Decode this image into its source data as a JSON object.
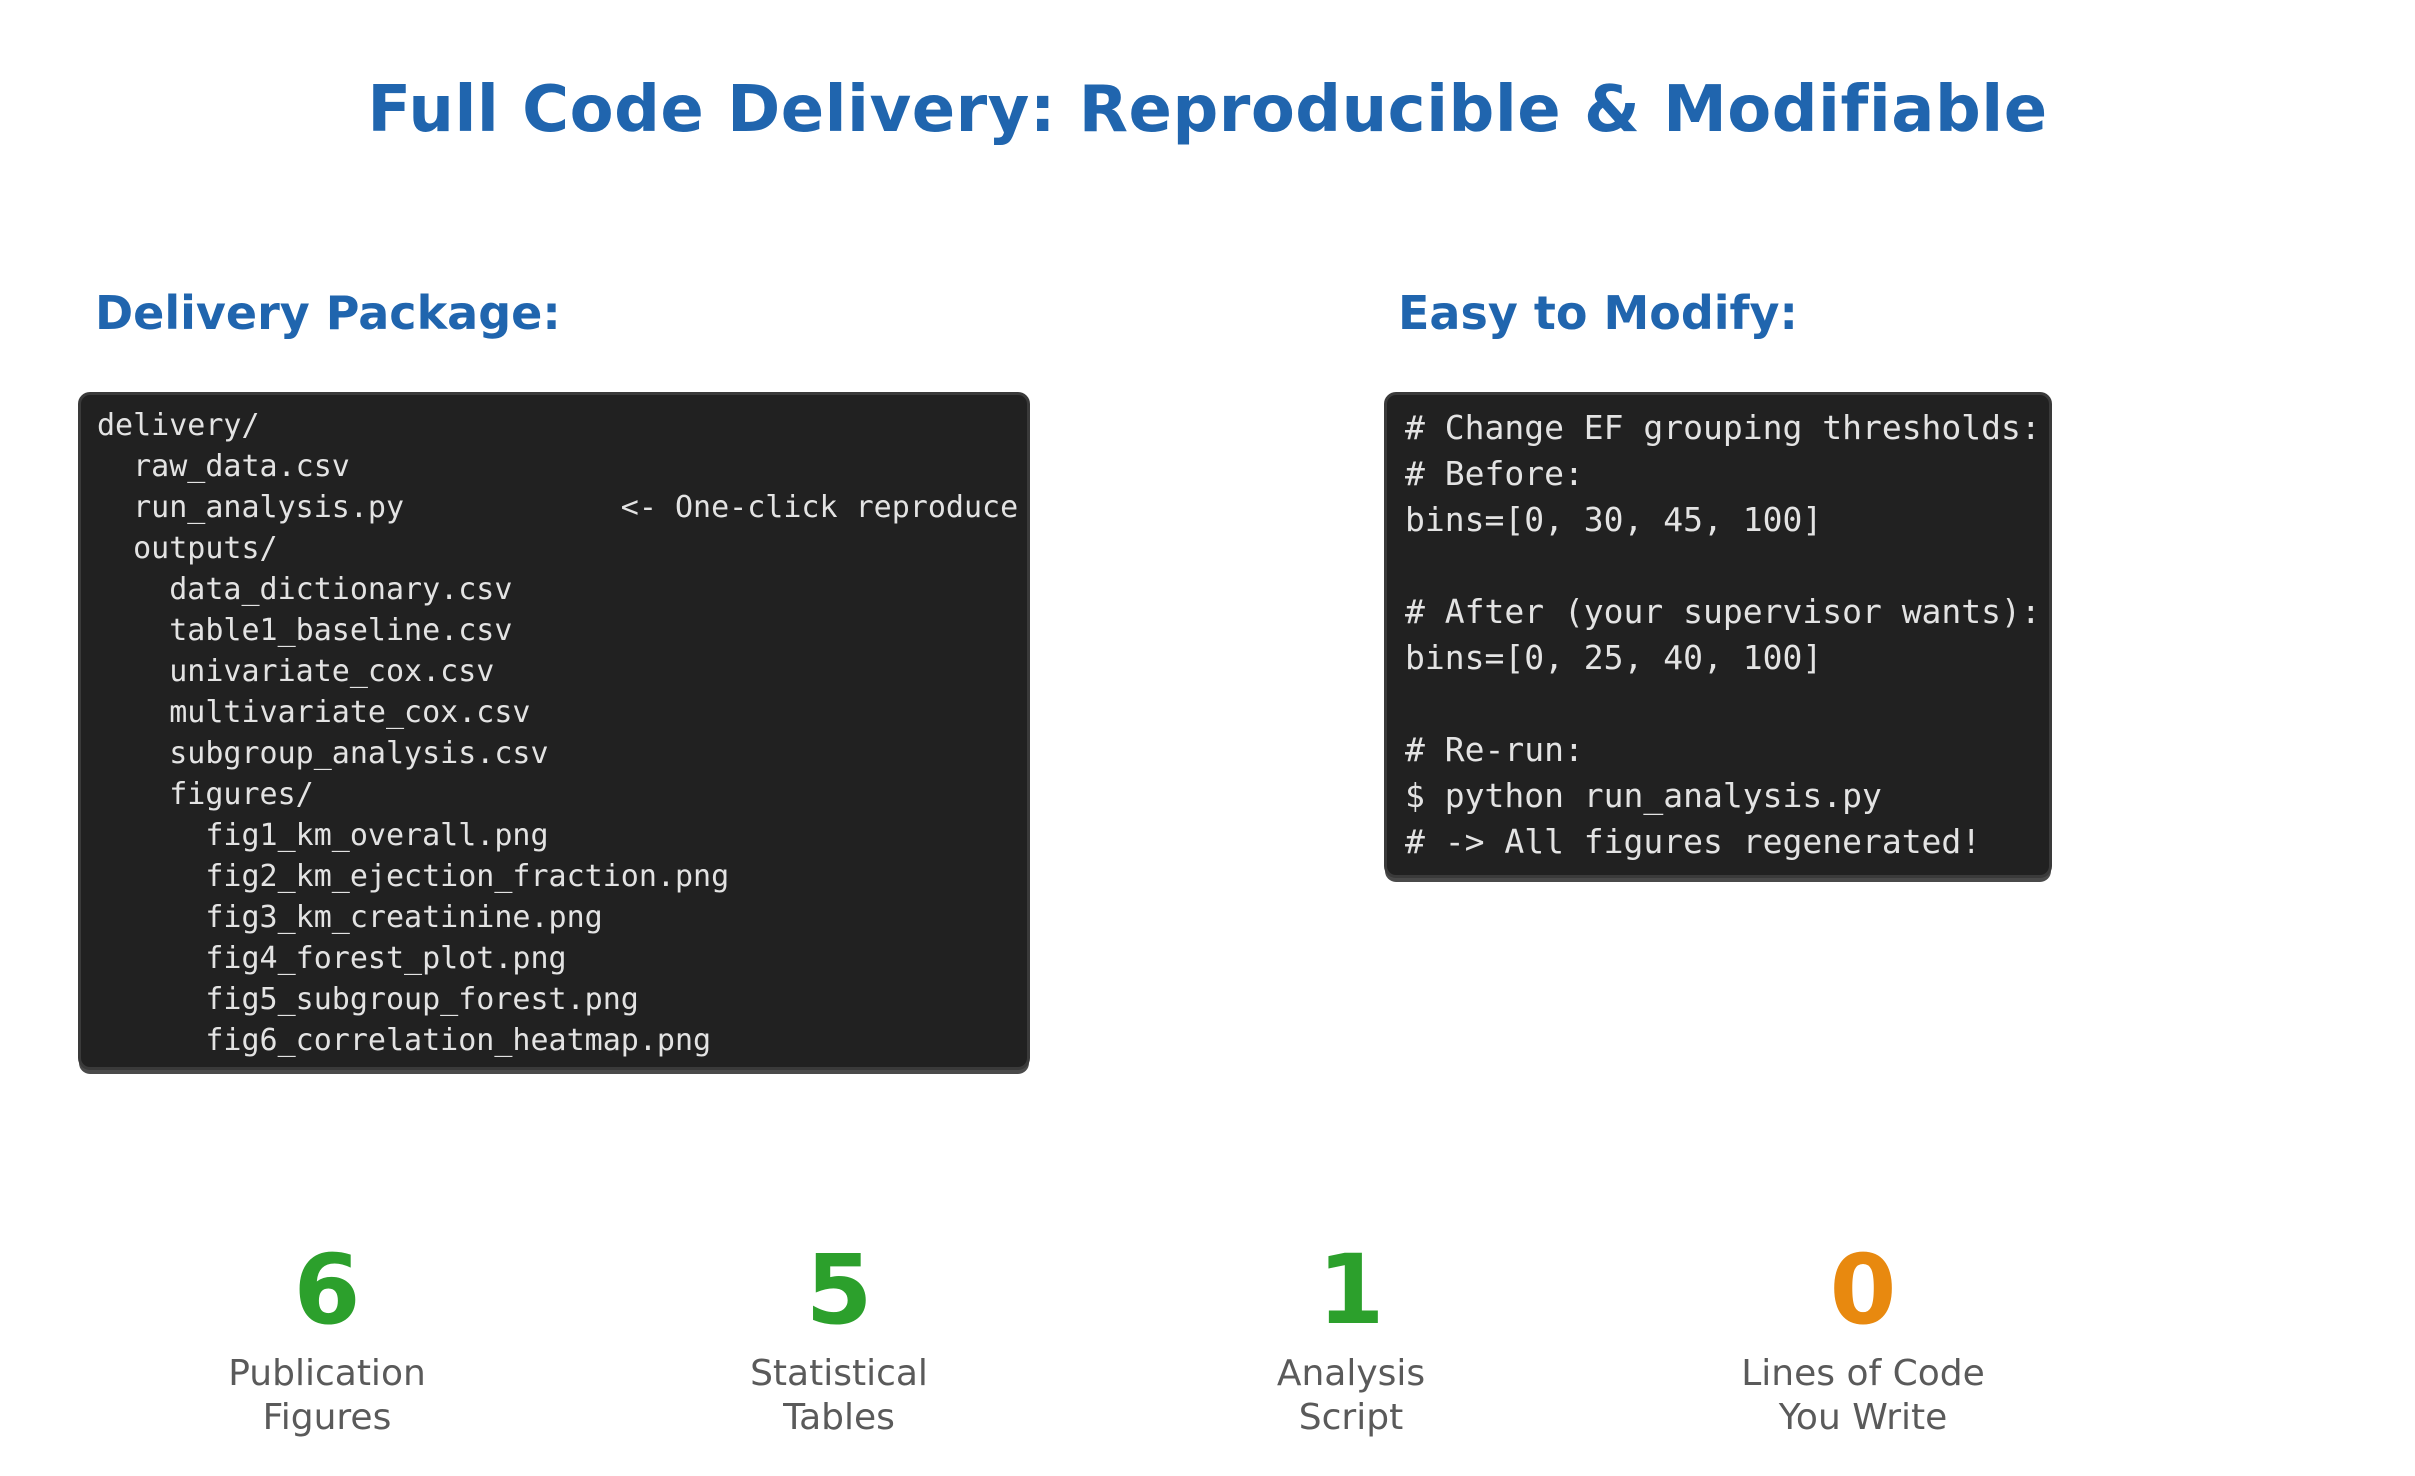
{
  "title": "Full Code Delivery: Reproducible & Modifiable",
  "colors": {
    "accent_blue": "#2065ae",
    "stat_green": "#2ca02c",
    "stat_orange": "#e8890f",
    "code_background": "#212121",
    "code_text": "#e3e3e3",
    "label_gray": "#5a5a5a"
  },
  "delivery_package": {
    "heading": "Delivery Package:",
    "code_lines": [
      "delivery/",
      "  raw_data.csv",
      "  run_analysis.py            <- One-click reproduce",
      "  outputs/",
      "    data_dictionary.csv",
      "    table1_baseline.csv",
      "    univariate_cox.csv",
      "    multivariate_cox.csv",
      "    subgroup_analysis.csv",
      "    figures/",
      "      fig1_km_overall.png",
      "      fig2_km_ejection_fraction.png",
      "      fig3_km_creatinine.png",
      "      fig4_forest_plot.png",
      "      fig5_subgroup_forest.png",
      "      fig6_correlation_heatmap.png"
    ]
  },
  "easy_to_modify": {
    "heading": "Easy to Modify:",
    "code_lines": [
      "# Change EF grouping thresholds:",
      "# Before:",
      "bins=[0, 30, 45, 100]",
      "",
      "# After (your supervisor wants):",
      "bins=[0, 25, 40, 100]",
      "",
      "# Re-run:",
      "$ python run_analysis.py",
      "# -> All figures regenerated!"
    ]
  },
  "stats": {
    "items": [
      {
        "value": "6",
        "label_lines": [
          "Publication",
          "Figures"
        ],
        "color": "#2ca02c"
      },
      {
        "value": "5",
        "label_lines": [
          "Statistical",
          "Tables"
        ],
        "color": "#2ca02c"
      },
      {
        "value": "1",
        "label_lines": [
          "Analysis",
          "Script"
        ],
        "color": "#2ca02c"
      },
      {
        "value": "0",
        "label_lines": [
          "Lines of Code",
          "You Write"
        ],
        "color": "#e8890f"
      }
    ]
  }
}
